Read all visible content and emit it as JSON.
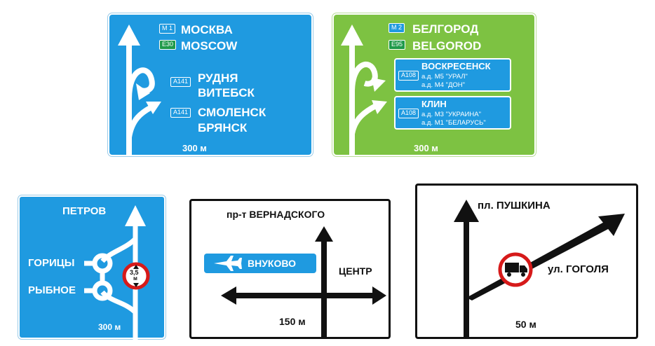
{
  "colors": {
    "blue": "#1f9ae0",
    "green": "#7dc242",
    "black": "#111111",
    "red": "#d61a1a"
  },
  "sign1": {
    "badge1": "M 1",
    "line1": "МОСКВА",
    "badge2": "E30",
    "line2": "MOSCOW",
    "badge3": "A141",
    "line3": "РУДНЯ",
    "line4": "ВИТЕБСК",
    "badge4": "A141",
    "line5": "СМОЛЕНСК",
    "line6": "БРЯНСК",
    "distance": "300 м"
  },
  "sign2": {
    "badge1": "M 2",
    "line1": "БЕЛГОРОД",
    "badge2": "E95",
    "line2": "BELGOROD",
    "panel1": {
      "badge": "A108",
      "title": "ВОСКРЕСЕНСК",
      "sub1": "а.д. М5 \"УРАЛ\"",
      "sub2": "а.д. М4 \"ДОН\""
    },
    "panel2": {
      "badge": "A108",
      "title": "КЛИН",
      "sub1": "а.д. М3 \"УКРАИНА\"",
      "sub2": "а.д. М1 \"БЕЛАРУСЬ\""
    },
    "distance": "300 м"
  },
  "sign3": {
    "top": "ПЕТРОВ",
    "left1": "ГОРИЦЫ",
    "left2": "РЫБНОЕ",
    "restriction_top": "3,5",
    "restriction_bottom": "м",
    "distance": "300 м"
  },
  "sign4": {
    "top": "пр-т  ВЕРНАДСКОГО",
    "airport": "ВНУКОВО",
    "right": "ЦЕНТР",
    "distance": "150 м"
  },
  "sign5": {
    "top": "пл. ПУШКИНА",
    "right": "ул. ГОГОЛЯ",
    "distance": "50 м"
  }
}
